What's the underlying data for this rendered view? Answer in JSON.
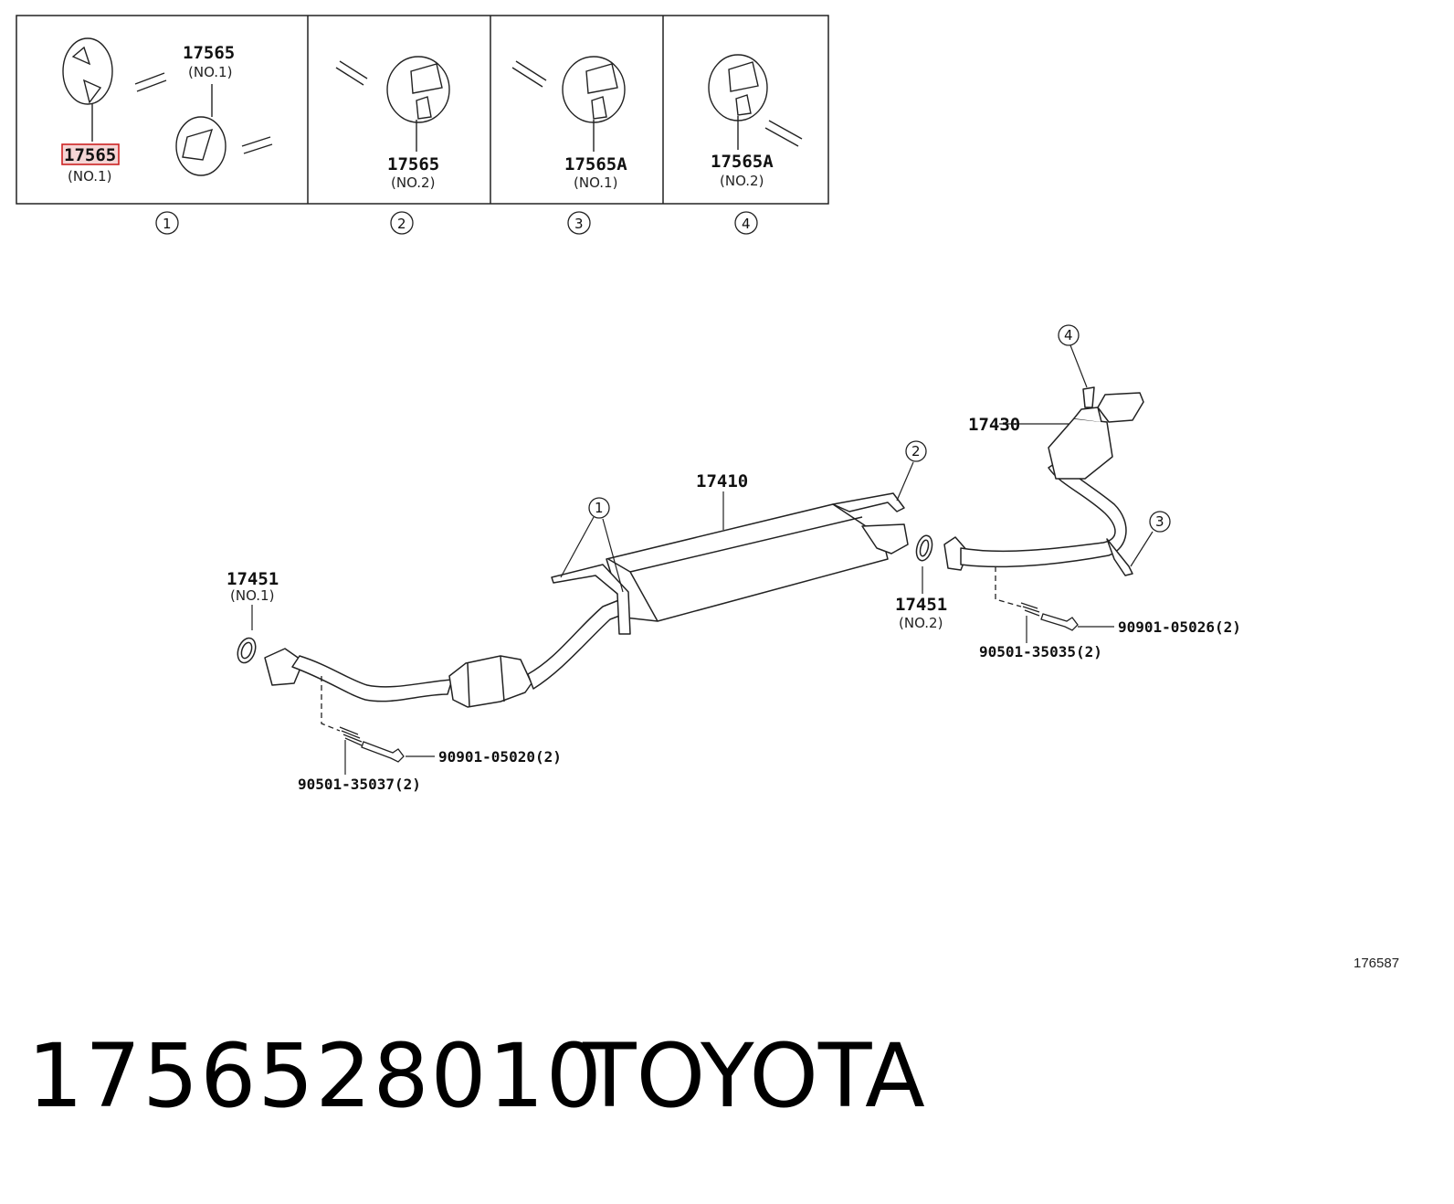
{
  "inset": {
    "panels": [
      {
        "callout": "①",
        "labels": [
          {
            "part": "17565",
            "sub": "(NO.1)"
          },
          {
            "part": "17565",
            "sub": "(NO.1)"
          }
        ]
      },
      {
        "callout": "②",
        "labels": [
          {
            "part": "17565",
            "sub": "(NO.2)"
          }
        ]
      },
      {
        "callout": "③",
        "labels": [
          {
            "part": "17565A",
            "sub": "(NO.1)"
          }
        ]
      },
      {
        "callout": "④",
        "labels": [
          {
            "part": "17565A",
            "sub": "(NO.2)"
          }
        ]
      }
    ],
    "highlighted_part": "17565"
  },
  "main": {
    "parts": {
      "front_gasket": {
        "part": "17451",
        "sub": "(NO.1)"
      },
      "rear_gasket": {
        "part": "17451",
        "sub": "(NO.2)"
      },
      "front_pipe": {
        "part": "17410"
      },
      "tail_pipe": {
        "part": "17430"
      },
      "front_bolt": {
        "part": "90901-05020(2)"
      },
      "front_spring": {
        "part": "90501-35037(2)"
      },
      "rear_bolt": {
        "part": "90901-05026(2)"
      },
      "rear_spring": {
        "part": "90501-35035(2)"
      }
    },
    "callouts": [
      "1",
      "2",
      "3",
      "4"
    ]
  },
  "diagram_id": "176587",
  "footer": {
    "part_number": "1756528010",
    "brand": "TOYOTA"
  }
}
